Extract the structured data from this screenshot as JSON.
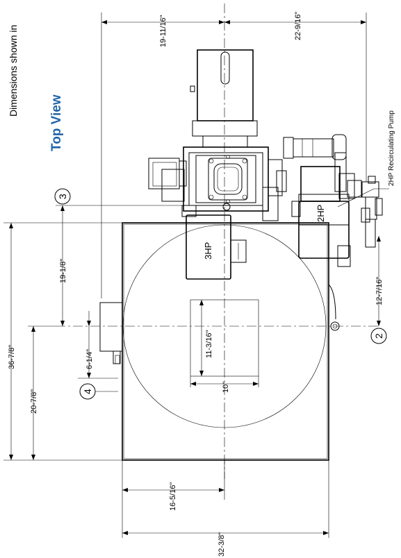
{
  "header_text": "Dimensions shown in",
  "title": "Top View",
  "pump_label": "2HP Recirculating Pump",
  "motor_labels": {
    "main": "3HP",
    "secondary": "2HP"
  },
  "balloons": {
    "b2": "2",
    "b3": "3",
    "b4": "4"
  },
  "dimensions": {
    "d_19_11_16": "19-11/16\"",
    "d_22_9_16": "22-9/16\"",
    "d_19_1_8": "19-1/8\"",
    "d_36_7_8": "36-7/8\"",
    "d_6_1_4": "6-1/4\"",
    "d_20_7_8": "20-7/8\"",
    "d_11_3_16": "11-3/16\"",
    "d_10": "10\"",
    "d_12_7_16": "12-7/16\"",
    "d_16_5_16": "16-5/16\"",
    "d_32_3_8": "32-3/8\""
  },
  "colors": {
    "title": "#1f63a8",
    "line": "#000000",
    "background": "#ffffff"
  }
}
